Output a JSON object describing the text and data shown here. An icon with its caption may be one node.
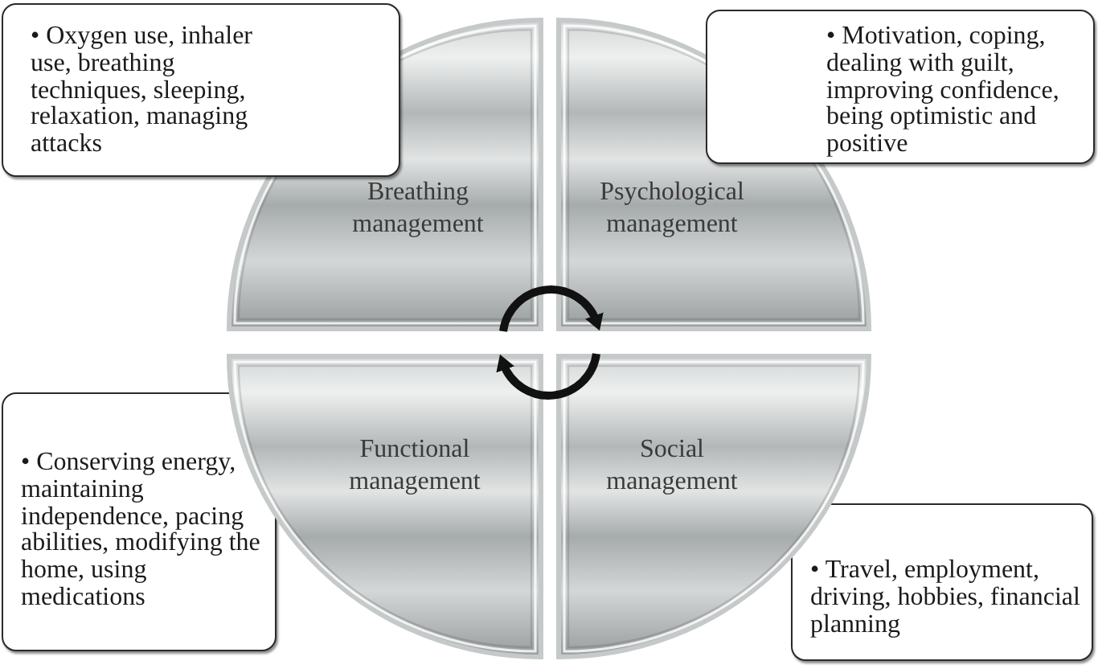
{
  "diagram": {
    "nodes": [
      {
        "text": [
          "• Oxygen use, inhaler use, breathing techniques, sleeping, relaxation, managing attacks"
        ]
      },
      {
        "text": [
          "• Motivation, coping, dealing with guilt, improving confidence, being optimistic and positive"
        ]
      },
      {
        "text": [
          "Breathing management"
        ]
      },
      {
        "text": [
          "Psychological management"
        ]
      },
      {
        "text": [
          "• Conserving energy, maintaining independence, pacing abilities, modifying the home, using medications"
        ]
      },
      {
        "text": [
          "Functional management"
        ]
      },
      {
        "text": [
          "Social management"
        ]
      },
      {
        "text": [
          "• Travel, employment, driving, hobbies, financial planning"
        ]
      }
    ],
    "edges": [
      {
        "from": 2,
        "to": 3,
        "arrow": "to"
      },
      {
        "from": 6,
        "to": 5,
        "arrow": "to"
      }
    ]
  }
}
